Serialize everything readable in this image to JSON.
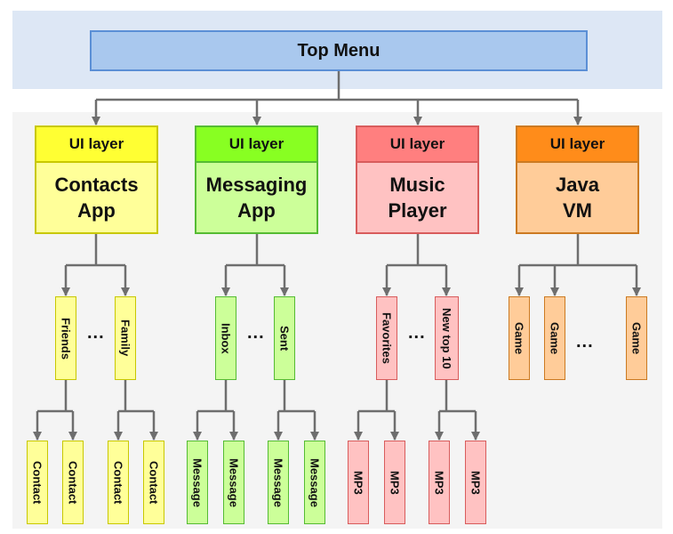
{
  "top_menu": "Top Menu",
  "apps": [
    {
      "layer": "UI layer",
      "name": "Contacts\nApp",
      "colors": {
        "header": "#ffff33",
        "body": "#ffff99",
        "border": "#c8c800"
      },
      "level2": [
        "Friends",
        "Family"
      ],
      "level3": [
        "Contact",
        "Contact",
        "Contact",
        "Contact"
      ]
    },
    {
      "layer": "UI layer",
      "name": "Messaging\nApp",
      "colors": {
        "header": "#88ff22",
        "body": "#ccff99",
        "border": "#55bb33"
      },
      "level2": [
        "Inbox",
        "Sent"
      ],
      "level3": [
        "Message",
        "Message",
        "Message",
        "Message"
      ]
    },
    {
      "layer": "UI layer",
      "name": "Music\nPlayer",
      "colors": {
        "header": "#ff7f7f",
        "body": "#ffc2c2",
        "border": "#d85c5c"
      },
      "level2": [
        "Favorites",
        "New top 10"
      ],
      "level3": [
        "MP3",
        "MP3",
        "MP3",
        "MP3"
      ]
    },
    {
      "layer": "UI layer",
      "name": "Java\nVM",
      "colors": {
        "header": "#ff8c1a",
        "body": "#ffcc99",
        "border": "#cc7a22"
      },
      "level2": [
        "Game",
        "Game",
        "Game"
      ],
      "level3": []
    }
  ],
  "ellipsis": "...",
  "colors": {
    "top_band": "#dde7f5",
    "bottom_band": "#f4f4f4",
    "connector": "#6e6e6e",
    "top_menu_fill": "#a9c8ee",
    "top_menu_border": "#5b8fd6"
  }
}
